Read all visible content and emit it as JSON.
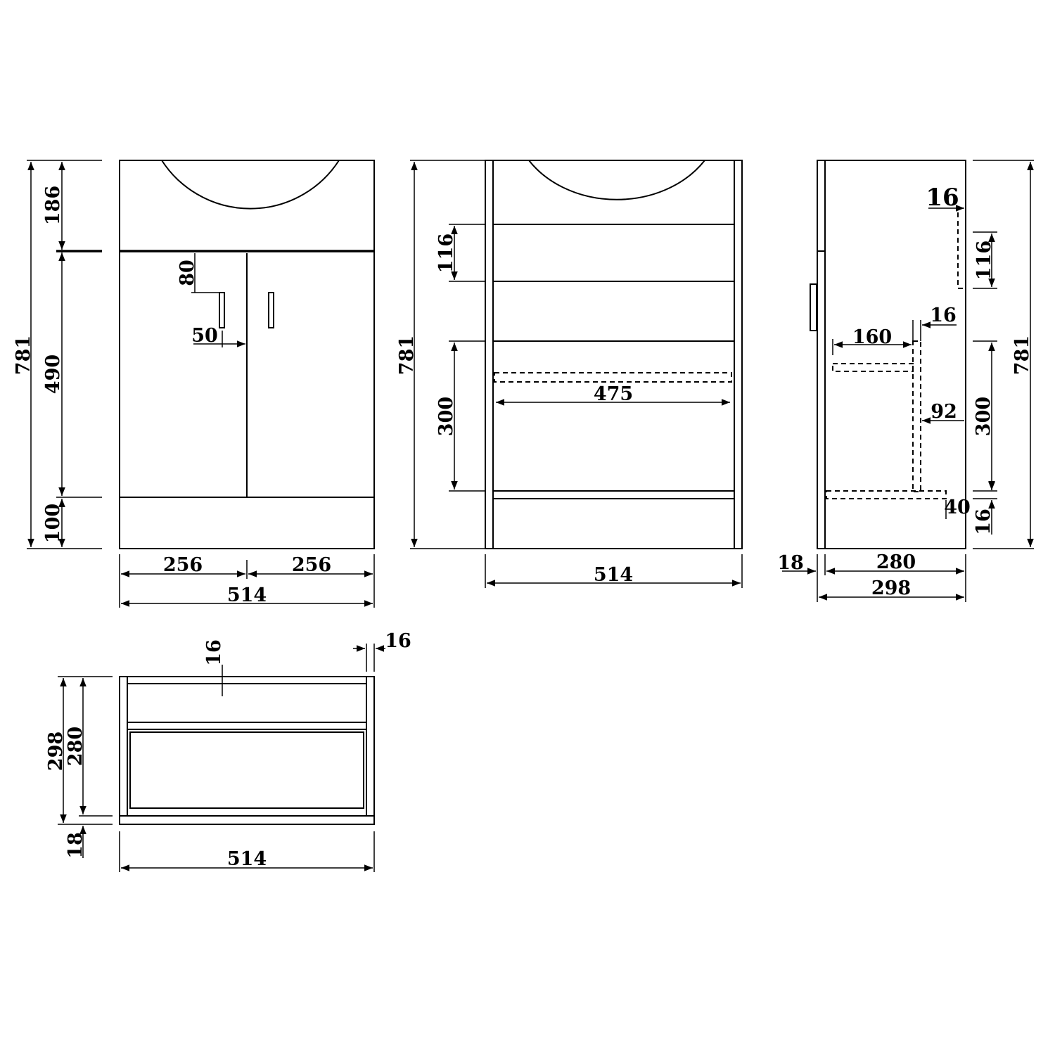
{
  "front_view": {
    "height_total": "781",
    "height_top": "186",
    "height_doors": "490",
    "height_plinth": "100",
    "handle_drop": "80",
    "handle_offset": "50",
    "door_width_left": "256",
    "door_width_right": "256",
    "width_total": "514"
  },
  "section_view": {
    "height_total": "781",
    "rail_height": "116",
    "opening_height": "300",
    "shelf_width": "475",
    "width_total": "514"
  },
  "side_view": {
    "panel_thickness_top": "16",
    "rail_height": "116",
    "shelf_thickness": "16",
    "shelf_depth": "160",
    "opening_height": "300",
    "support_offset": "92",
    "base_offset": "40",
    "base_thickness": "16",
    "height_total": "781",
    "door_thickness": "18",
    "carcass_depth": "280",
    "depth_total": "298"
  },
  "plan_view": {
    "panel_thickness": "16",
    "side_thickness": "16",
    "depth_total": "298",
    "depth_carcass": "280",
    "door_thickness": "18",
    "width_total": "514"
  }
}
